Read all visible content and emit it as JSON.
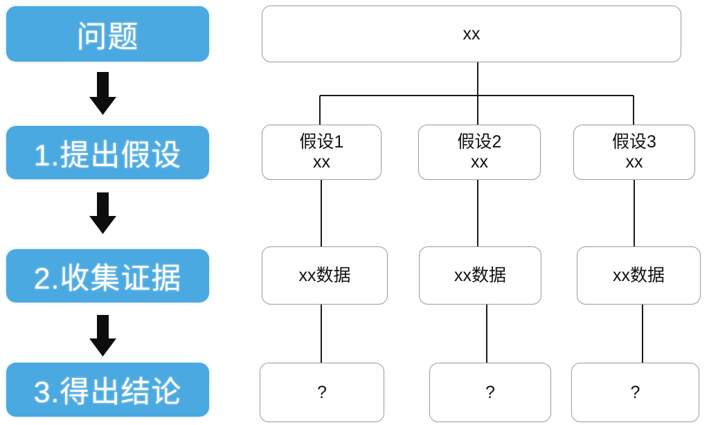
{
  "diagram": {
    "title_flow": "scientific-method-flow",
    "colors": {
      "step_fill": "#4aa9e0",
      "step_text": "#ffffff",
      "node_border": "#9a9a9a",
      "node_fill": "#ffffff",
      "node_text": "#111111",
      "connector": "#1a1a1a",
      "arrow": "#0d0d0d",
      "background": "#ffffff"
    },
    "flow": {
      "steps": [
        {
          "label": "问题"
        },
        {
          "label": "1.提出假设"
        },
        {
          "label": "2.收集证据"
        },
        {
          "label": "3.得出结论"
        }
      ],
      "arrows": [
        {
          "name": "arrow-down-1"
        },
        {
          "name": "arrow-down-2"
        },
        {
          "name": "arrow-down-3"
        }
      ]
    },
    "tree": {
      "root": {
        "label": "xx"
      },
      "hypotheses": [
        {
          "line1": "假设1",
          "line2": "xx"
        },
        {
          "line1": "假设2",
          "line2": "xx"
        },
        {
          "line1": "假设3",
          "line2": "xx"
        }
      ],
      "evidence": [
        {
          "label": "xx数据"
        },
        {
          "label": "xx数据"
        },
        {
          "label": "xx数据"
        }
      ],
      "conclusions": [
        {
          "label": "?"
        },
        {
          "label": "?"
        },
        {
          "label": "?"
        }
      ]
    }
  }
}
